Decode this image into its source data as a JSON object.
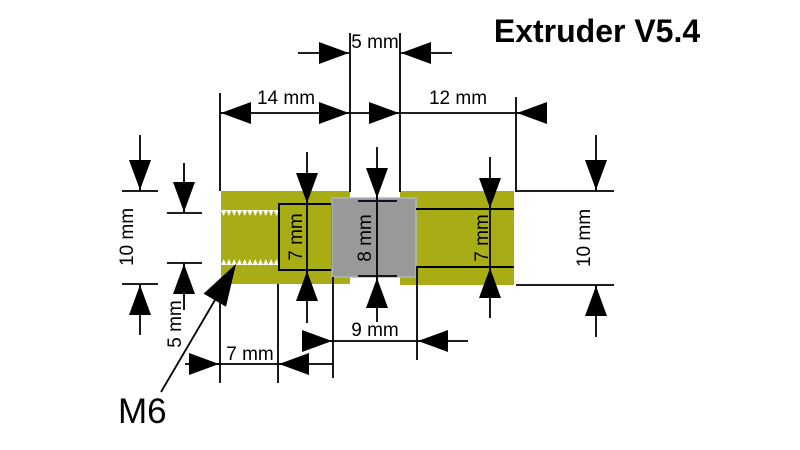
{
  "title": "Extruder V5.4",
  "dims": {
    "top_gap": "5 mm",
    "left_length": "14 mm",
    "right_length": "12 mm",
    "left_outer": "10 mm",
    "thread_minor": "5 mm",
    "left_bore": "7 mm",
    "center_height": "8 mm",
    "right_bore": "7 mm",
    "right_outer": "10 mm",
    "center_width": "9 mm",
    "thread_length": "7 mm"
  },
  "labels": {
    "thread_spec": "M6"
  },
  "colors": {
    "body": "#a9ad15",
    "insulator": "#999999",
    "insulator_edge": "#b0b6c0",
    "thread": "#ffffff",
    "line": "#000000",
    "background": "#ffffff"
  }
}
